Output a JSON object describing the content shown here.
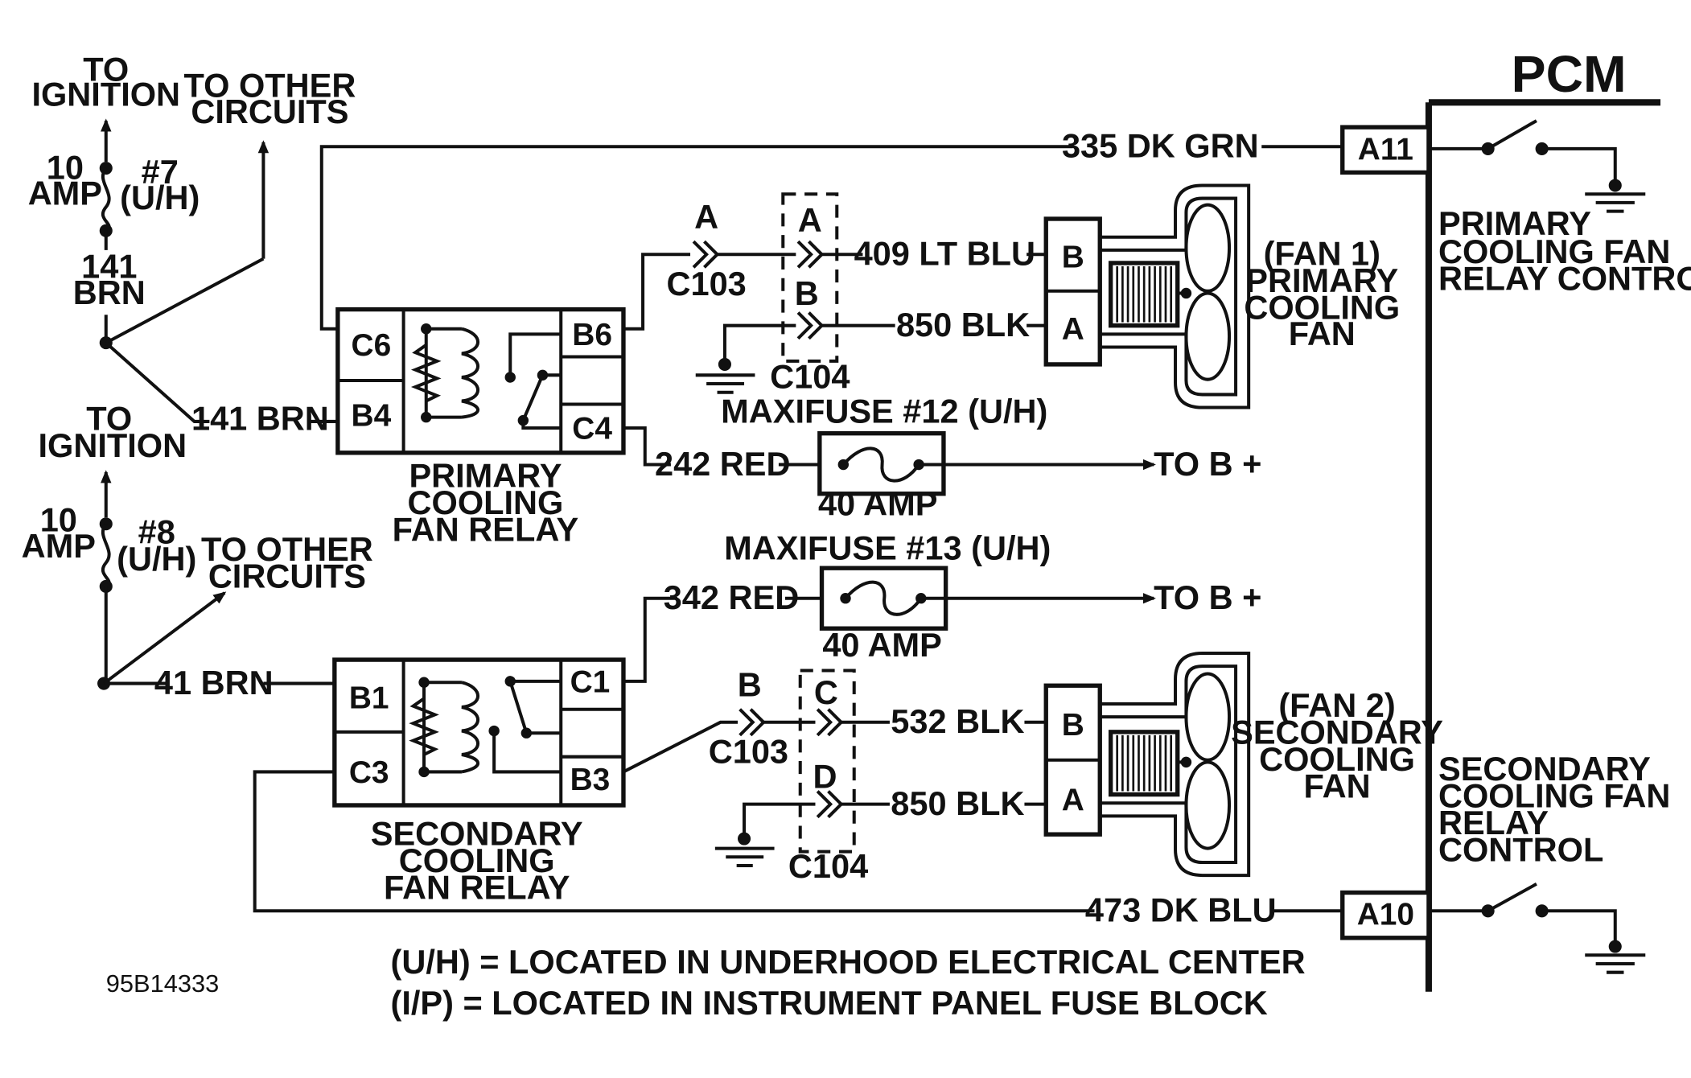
{
  "pcm": {
    "title": "PCM"
  },
  "ignition1": {
    "to_ignition_1": "TO",
    "to_ignition_2": "IGNITION",
    "amp_1": "10",
    "amp_2": "AMP",
    "fuse_1": "#7",
    "fuse_2": "(U/H)",
    "wire_1": "141",
    "wire_2": "BRN",
    "other_1": "TO OTHER",
    "other_2": "CIRCUITS"
  },
  "ignition2": {
    "to_ignition_1": "TO",
    "to_ignition_2": "IGNITION",
    "amp_1": "10",
    "amp_2": "AMP",
    "fuse_1": "#8",
    "fuse_2": "(U/H)",
    "other_1": "TO OTHER",
    "other_2": "CIRCUITS"
  },
  "primary_relay": {
    "label_1": "PRIMARY",
    "label_2": "COOLING",
    "label_3": "FAN RELAY",
    "pin_c6": "C6",
    "pin_b4": "B4",
    "pin_b6": "B6",
    "pin_c4": "C4",
    "input_wire": "141 BRN"
  },
  "secondary_relay": {
    "label_1": "SECONDARY",
    "label_2": "COOLING",
    "label_3": "FAN RELAY",
    "pin_b1": "B1",
    "pin_c3": "C3",
    "pin_c1": "C1",
    "pin_b3": "B3",
    "input_wire": "41 BRN"
  },
  "wires": {
    "w335": "335 DK GRN",
    "w409": "409 LT BLU",
    "w850a": "850 BLK",
    "w242": "242 RED",
    "w342": "342 RED",
    "w532": "532 BLK",
    "w850b": "850 BLK",
    "w473": "473 DK BLU"
  },
  "connectors": {
    "c103_top_pin": "A",
    "c103_top_name": "C103",
    "c104_top_pin_a": "A",
    "c104_top_pin_b": "B",
    "c104_top_name": "C104",
    "c103_bot_pin": "B",
    "c103_bot_name": "C103",
    "c104_bot_pin_c": "C",
    "c104_bot_pin_d": "D",
    "c104_bot_name": "C104"
  },
  "maxifuse12": {
    "title": "MAXIFUSE #12 (U/H)",
    "rating": "40 AMP",
    "to": "TO B +"
  },
  "maxifuse13": {
    "title": "MAXIFUSE #13 (U/H)",
    "rating": "40 AMP",
    "to": "TO B +"
  },
  "fan1": {
    "pin_b": "B",
    "pin_a": "A",
    "label_1": "(FAN 1)",
    "label_2": "PRIMARY",
    "label_3": "COOLING",
    "label_4": "FAN"
  },
  "fan2": {
    "pin_b": "B",
    "pin_a": "A",
    "label_1": "(FAN 2)",
    "label_2": "SECONDARY",
    "label_3": "COOLING",
    "label_4": "FAN"
  },
  "pcm_a11": {
    "pin": "A11",
    "label_1": "PRIMARY",
    "label_2": "COOLING FAN",
    "label_3": "RELAY CONTROL"
  },
  "pcm_a10": {
    "pin": "A10",
    "label_1": "SECONDARY",
    "label_2": "COOLING FAN",
    "label_3": "RELAY",
    "label_4": "CONTROL"
  },
  "notes": {
    "uh": "(U/H) = LOCATED IN UNDERHOOD ELECTRICAL CENTER",
    "ip": "(I/P) = LOCATED IN INSTRUMENT PANEL FUSE BLOCK"
  },
  "figure_id": "95B14333"
}
